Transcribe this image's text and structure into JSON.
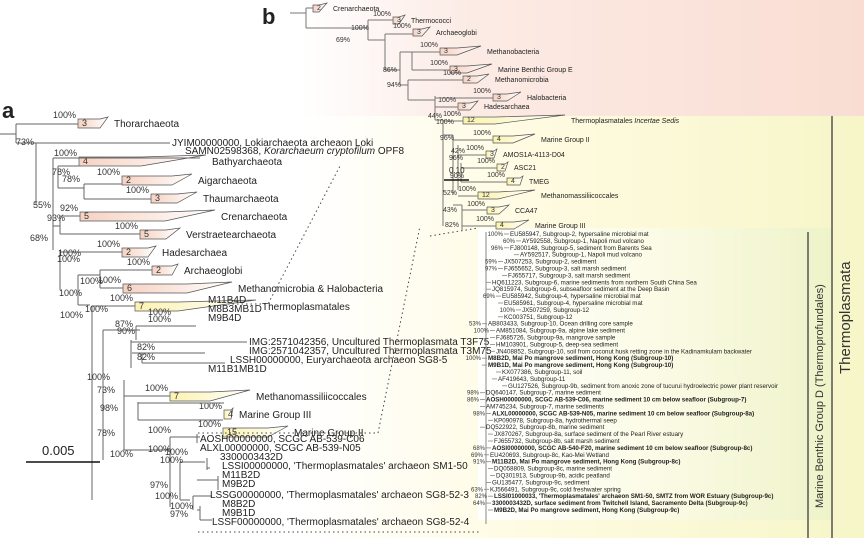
{
  "panels": {
    "a_label": "a",
    "b_label": "b",
    "a_scale": "0.005",
    "b_scale": "0.10"
  },
  "colors": {
    "pink_clade": "#f6d2c2",
    "yellow_clade": "#fbf3b0",
    "line": "#555555"
  },
  "side_labels": {
    "mbgd": "Marine Benthic Group D (Thermoprofundales)",
    "thermoplasmata": "Thermoplasmata"
  },
  "tree_a": {
    "clades": [
      {
        "support": "100%",
        "count": "3",
        "label": "Thorarchaeota",
        "color": "pink"
      },
      {
        "support": "100%",
        "count": "4",
        "label": "Bathyarchaeota",
        "color": "pink"
      },
      {
        "support": "100%",
        "count": "2",
        "label": "Aigarchaeota",
        "color": "pink"
      },
      {
        "support": "100%",
        "count": "3",
        "label": "Thaumarchaeota",
        "color": "pink"
      },
      {
        "support": "92%",
        "count": "5",
        "label": "Crenarchaeota",
        "color": "pink"
      },
      {
        "support": "100%",
        "count": "5",
        "label": "Verstraetearchaeota",
        "color": "pink"
      },
      {
        "support": "100%",
        "count": "2",
        "label": "Hadesarchaea",
        "color": "pink"
      },
      {
        "support": "100%",
        "count": "2",
        "label": "Archaeoglobi",
        "color": "pink"
      },
      {
        "support": "100%",
        "count": "6",
        "label": "Methanomicrobia & Halobacteria",
        "color": "pink"
      },
      {
        "support": "100%",
        "count": "7",
        "label": "Thermoplasmatales",
        "color": "yellow"
      },
      {
        "support": "100%",
        "count": "7",
        "label": "Methanomassiliicoccales",
        "color": "yellow"
      },
      {
        "support": "100%",
        "count": "4",
        "label": "Marine Group III",
        "color": "yellow"
      },
      {
        "support": "100%",
        "count": "15",
        "label": "Marine Group II",
        "color": "yellow"
      }
    ],
    "leaves": [
      "JYIM00000000, Lokiarchaeota archeaon Loki",
      "SAMN02598368, Korarchaeum cryptofilum OPF8",
      "M11B4D",
      "M8B3MB1D",
      "M9B4D",
      "IMG:2571042356, Uncultured Thermoplasmata T3F75",
      "IMG:2571042357, Uncultured Thermoplasmata T3M75",
      "LSSH00000000, Euryarchaeota archaeon SG8-5",
      "M11B1MB1D",
      "AOSH00000000, SCGC AB-539-C06",
      "ALXL00000000, SCGC AB-539-N05",
      "3300003432D",
      "LSSI00000000, 'Thermoplasmatales' archaeon SM1-50",
      "M11B2D",
      "M9B2D",
      "LSSG00000000, 'Thermoplasmatales' archaeon SG8-52-3",
      "M8B2D",
      "M9B1D",
      "LSSF00000000, 'Thermoplasmatales' archaeon SG8-52-4"
    ],
    "node_support": [
      "73%",
      "55%",
      "68%",
      "100%",
      "78%",
      "78%",
      "93%",
      "100%",
      "100%",
      "100%",
      "100%",
      "100%",
      "100%",
      "87%",
      "100%",
      "100%",
      "90%",
      "82%",
      "82%",
      "73%",
      "98%",
      "78%",
      "100%",
      "100%",
      "100%",
      "100%",
      "100%",
      "97%",
      "100%",
      "100%",
      "97%"
    ]
  },
  "tree_b": {
    "clades": [
      {
        "support": "",
        "count": "2",
        "label": "Crenarchaeota",
        "color": "pink",
        "italic": ""
      },
      {
        "support": "100%",
        "count": "3",
        "label": "Thermococci",
        "color": "pink",
        "italic": ""
      },
      {
        "support": "100%",
        "count": "3",
        "label": "Archaeoglobi",
        "color": "pink",
        "italic": ""
      },
      {
        "support": "100%",
        "count": "3",
        "label": "Methanobacteria",
        "color": "pink",
        "italic": ""
      },
      {
        "support": "100%",
        "count": "3",
        "label": "Marine Benthic Group E",
        "color": "pink",
        "italic": ""
      },
      {
        "support": "100%",
        "count": "2",
        "label": "Methanomicrobia",
        "color": "pink",
        "italic": ""
      },
      {
        "support": "100%",
        "count": "3",
        "label": "Halobacteria",
        "color": "pink",
        "italic": ""
      },
      {
        "support": "100%",
        "count": "3",
        "label": "Hadesarchaea",
        "color": "pink",
        "italic": ""
      },
      {
        "support": "100%",
        "count": "12",
        "label": "Thermoplasmatales ",
        "color": "yellow",
        "italic": "Incertae Sedis"
      },
      {
        "support": "100%",
        "count": "4",
        "label": "Marine Group II",
        "color": "yellow",
        "italic": ""
      },
      {
        "support": "100%",
        "count": "3",
        "label": "AMOS1A-4113-D04",
        "color": "yellow",
        "italic": ""
      },
      {
        "support": "100%",
        "count": "2",
        "label": "ASC21",
        "color": "yellow",
        "italic": ""
      },
      {
        "support": "100%",
        "count": "4",
        "label": "TMEG",
        "color": "yellow",
        "italic": ""
      },
      {
        "support": "100%",
        "count": "12",
        "label": "Methanomassiliicoccales",
        "color": "yellow",
        "italic": ""
      },
      {
        "support": "100%",
        "count": "3",
        "label": "CCA47",
        "color": "yellow",
        "italic": ""
      },
      {
        "support": "100%",
        "count": "4",
        "label": "Marine Group III",
        "color": "yellow",
        "italic": ""
      }
    ],
    "node_support": [
      "100%",
      "69%",
      "86%",
      "94%",
      "44%",
      "100%",
      "96%",
      "42%",
      "96%",
      "90%",
      "52%",
      "43%",
      "82%"
    ],
    "mbgd_leaves": [
      {
        "support": "100%",
        "text": "EU585947, Subgroup-2, hypersaline microbial mat",
        "bold": false
      },
      {
        "support": "60%",
        "text": "AY592558, Subgroup-1, Napoli mud volcano",
        "bold": false
      },
      {
        "support": "96%",
        "text": "FJ800148, Subgroup-5, sediment from Barents Sea",
        "bold": false
      },
      {
        "support": "",
        "text": "AY592517, Subgroup-1, Napoli mud volcano",
        "bold": false
      },
      {
        "support": "59%",
        "text": "JX507253, Subgroup-2, sediment",
        "bold": false
      },
      {
        "support": "97%",
        "text": "FJ655652, Subgroup-3, salt marsh sediment",
        "bold": false
      },
      {
        "support": "",
        "text": "FJ655717, Subgroup-3, salt marsh sediment",
        "bold": false
      },
      {
        "support": "",
        "text": "HQ611223, Subgroup-6, marine sediments from northern South China Sea",
        "bold": false
      },
      {
        "support": "",
        "text": "JQ815974, Subgroup-6, subseafloor sediment at the Deep Basin",
        "bold": false
      },
      {
        "support": "69%",
        "text": "EU585942, Subgroup-4, hypersaline microbial mat",
        "bold": false
      },
      {
        "support": "",
        "text": "EU585961, Subgroup-4, hypersaline microbial mat",
        "bold": false
      },
      {
        "support": "100%",
        "text": "JX507259, Subgroup-12",
        "bold": false
      },
      {
        "support": "",
        "text": "KC003751, Subgroup-12",
        "bold": false
      },
      {
        "support": "53%",
        "text": "AB803433, Subgroup-10, Ocean drilling core sample",
        "bold": false
      },
      {
        "support": "100%",
        "text": "AM851084, Subgroup-9a, alpine lake sediment",
        "bold": false
      },
      {
        "support": "",
        "text": "FJ685726, Subgroup-9a, mangrove sample",
        "bold": false
      },
      {
        "support": "",
        "text": "HM103901, Subgroup-5, deep-sea sediment",
        "bold": false
      },
      {
        "support": "",
        "text": "JN408852, Subgroup-10, soil from coconut husk retting zone in the Kadinamkulam backwater",
        "bold": false
      },
      {
        "support": "100%",
        "text": "M8B2D, Mai Po mangrove sediment, Hong Kong (Subgroup-10)",
        "bold": true
      },
      {
        "support": "",
        "text": "M9B1D, Mai Po mangrove sediment, Hong Kong (Subgroup-10)",
        "bold": true
      },
      {
        "support": "",
        "text": "KX077386, Subgroup-11, soil",
        "bold": false
      },
      {
        "support": "",
        "text": "AF419643, Subgroup-11",
        "bold": false
      },
      {
        "support": "",
        "text": "GU127526, Subgroup-9b, sediment from anoxic zone of tucurui hydroelectric power plant reservoir",
        "bold": false
      },
      {
        "support": "98%",
        "text": "DQ640147, Subgroup-7, marine sediment",
        "bold": false
      },
      {
        "support": "86%",
        "text": "AOSH00000000, SCGC AB-539-C06, marine sediment 10 cm below seafloor (Subgroup-7)",
        "bold": true
      },
      {
        "support": "",
        "text": "AM745234, Subgroup-7, marine sediments",
        "bold": false
      },
      {
        "support": "98%",
        "text": "ALXL00000000, SCGC AB-539-N05, marine sediment 10 cm below seafloor (Subgroup-8a)",
        "bold": true
      },
      {
        "support": "",
        "text": "KP090978, Subgroup-8a, hydrothermal seep",
        "bold": false
      },
      {
        "support": "",
        "text": "DQ522922, Subgroup-8b, marine sediment",
        "bold": false
      },
      {
        "support": "",
        "text": "JX870267, Subgroup-8a, surface sediment of the Pearl River estuary",
        "bold": false
      },
      {
        "support": "",
        "text": "FJ655732, Subgroup-8b, salt marsh sediment",
        "bold": false
      },
      {
        "support": "68%",
        "text": "AOSI00000000, SCGC AB-540-F20, marine sediment 10 cm below seafloor (Subgroup-8c)",
        "bold": true
      },
      {
        "support": "69%",
        "text": "EU420693, Subgroup-8c, Kao-Mei Wetland",
        "bold": false
      },
      {
        "support": "91%",
        "text": "M11B2D, Mai Po mangrove sediment, Hong Kong (Subgroup-8c)",
        "bold": true
      },
      {
        "support": "",
        "text": "DQ058809, Subgroup-8c, marine sediment",
        "bold": false
      },
      {
        "support": "",
        "text": "DQ301913, Subgroup-9b, acidic peatland",
        "bold": false
      },
      {
        "support": "",
        "text": "GU135477, Subgroup-9c, sediment",
        "bold": false
      },
      {
        "support": "63%",
        "text": "KJ566491, Subgroup-9c, cold freshwater spring",
        "bold": false
      },
      {
        "support": "82%",
        "text": "LSSI01000033, 'Thermoplasmatales' archaeon SM1-50, SMTZ from WOR Estuary (Subgroup-9c)",
        "bold": true
      },
      {
        "support": "64%",
        "text": "3300003432D, surface sediment from Twitchell Island, Sacramento Delta (Subgroup-9c)",
        "bold": true
      },
      {
        "support": "",
        "text": "M9B2D, Mai Po mangrove sediment, Hong Kong (Subgroup-9c)",
        "bold": true
      }
    ]
  }
}
